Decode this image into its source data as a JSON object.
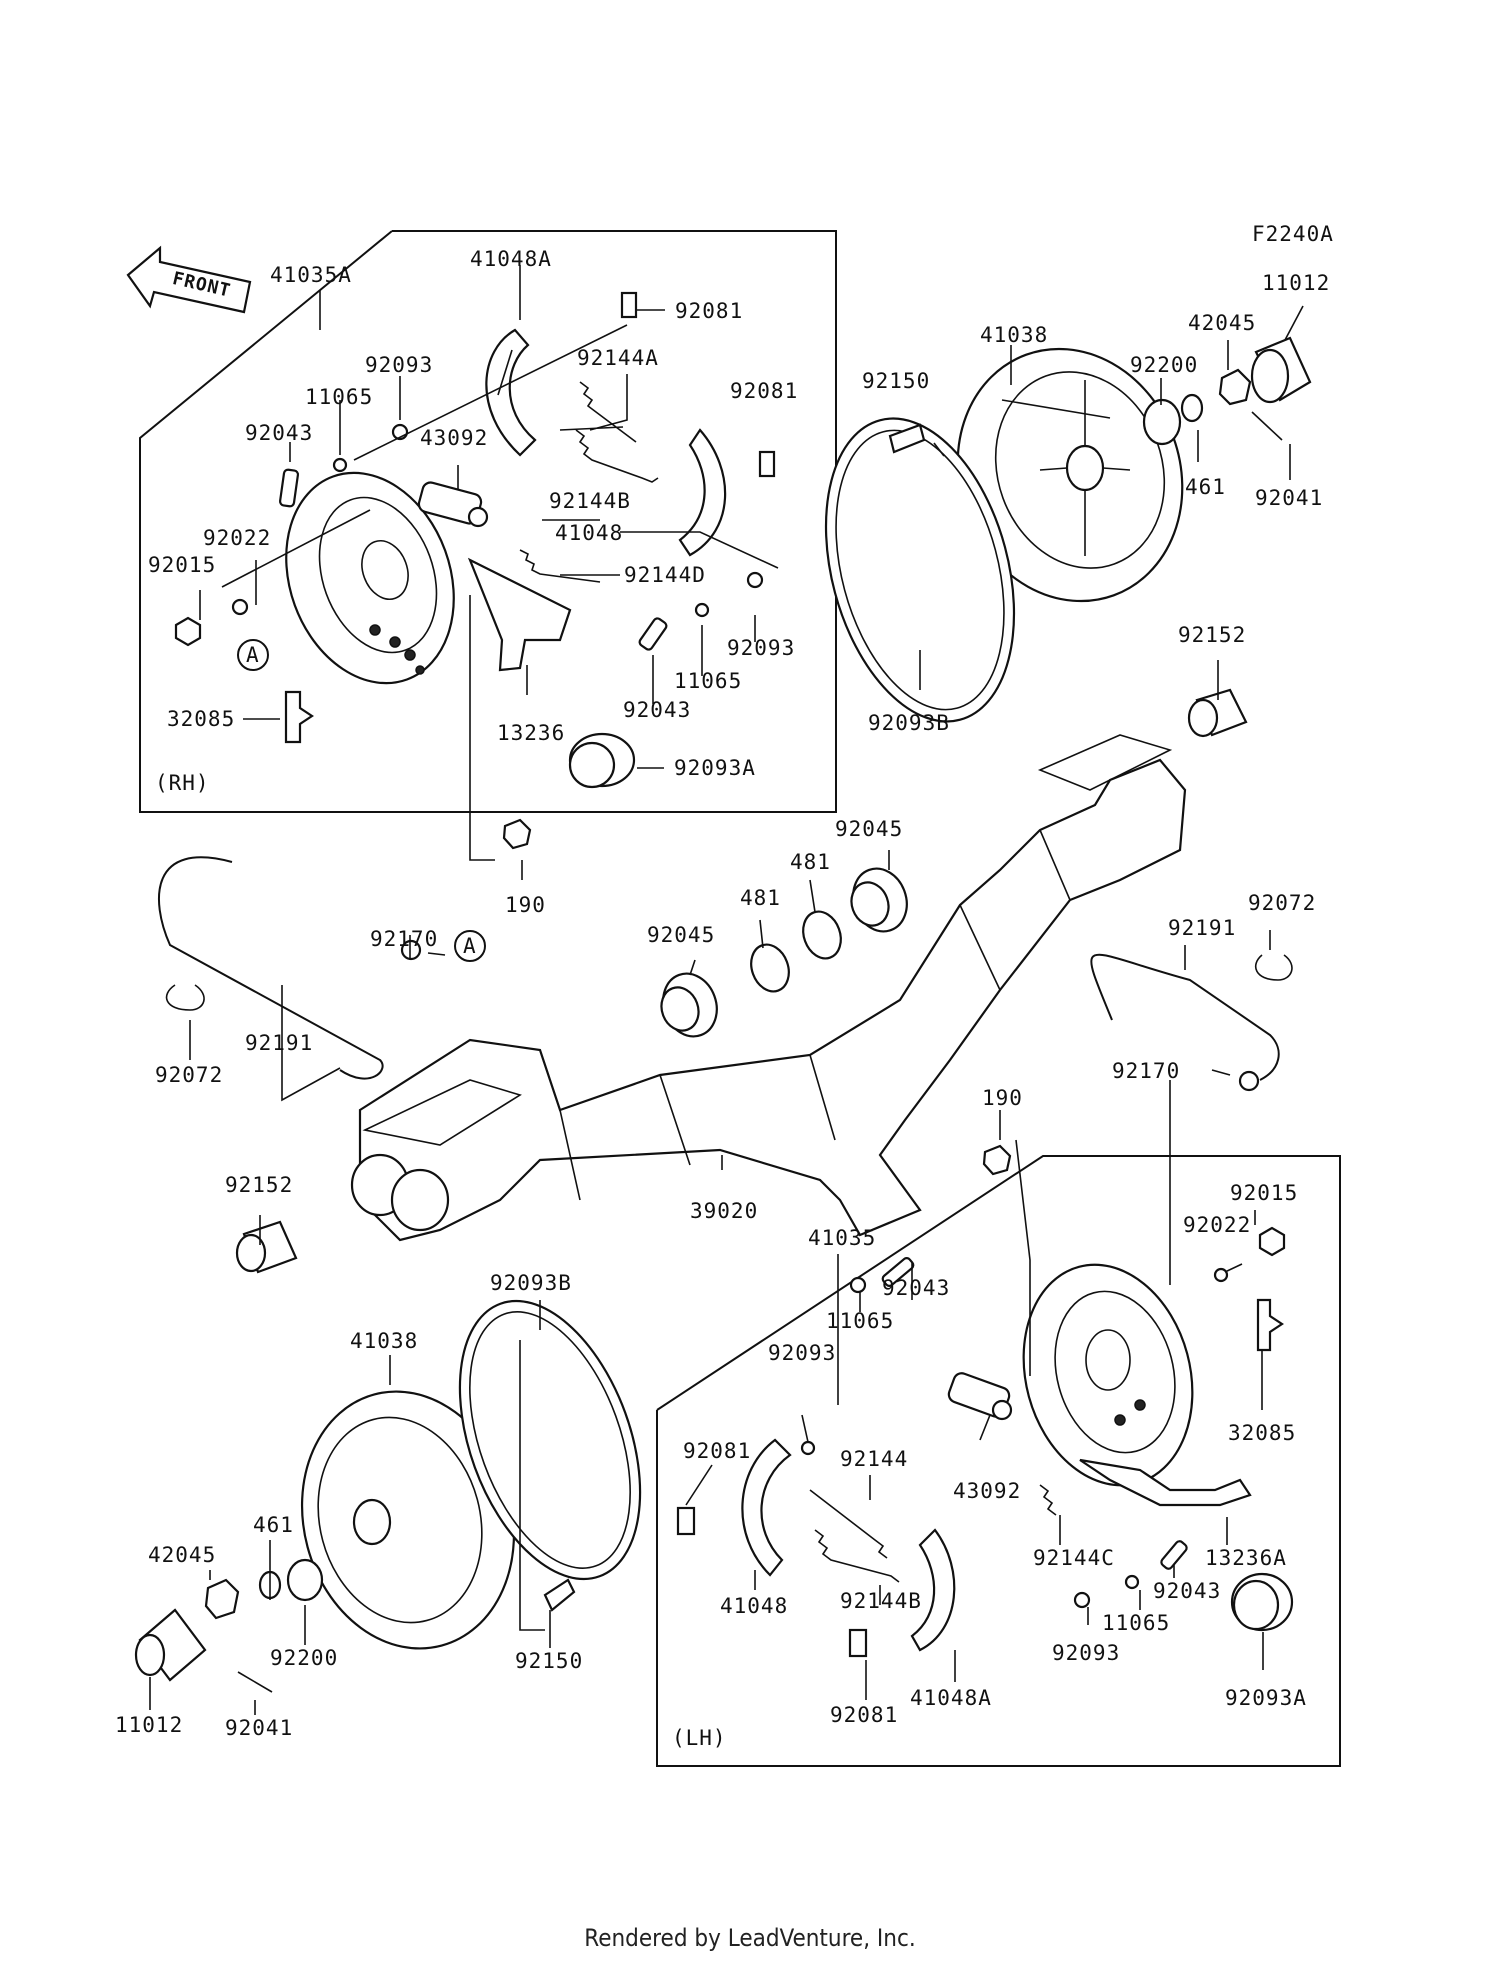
{
  "figure_code": "F2240A",
  "front_arrow_label": "FRONT",
  "side_labels": {
    "rh": "(RH)",
    "lh": "(LH)"
  },
  "ref_marker": "A",
  "labels": {
    "p41035A": "41035A",
    "p41048A_rh": "41048A",
    "p92081_rh1": "92081",
    "p92081_rh2": "92081",
    "p92144A": "92144A",
    "p92093_rh1": "92093",
    "p11065_rh1": "11065",
    "p43092_rh": "43092",
    "p92043_rh1": "92043",
    "p92144B_rh": "92144B",
    "p41048_rh": "41048",
    "p92022_rh": "92022",
    "p92015_rh": "92015",
    "p92144D": "92144D",
    "p92093_rh2": "92093",
    "p11065_rh2": "11065",
    "p92043_rh2": "92043",
    "p13236": "13236",
    "p32085_rh": "32085",
    "p92093A_rh": "92093A",
    "p41038_top": "41038",
    "p92200_top": "92200",
    "p42045_top": "42045",
    "p11012_top": "11012",
    "p92150_top": "92150",
    "p461_top": "461",
    "p92041_top": "92041",
    "p92152_top": "92152",
    "p92093B_top": "92093B",
    "p190_top": "190",
    "p92045_a": "92045",
    "p481_a": "481",
    "p481_b": "481",
    "p92045_b": "92045",
    "p92170_l": "92170",
    "p92191_l": "92191",
    "p92072_l": "92072",
    "p92191_r": "92191",
    "p92072_r": "92072",
    "p92170_r": "92170",
    "p190_b": "190",
    "p92152_b": "92152",
    "p39020": "39020",
    "p41035": "41035",
    "p92093B_b": "92093B",
    "p41038_b": "41038",
    "p461_b": "461",
    "p42045_b": "42045",
    "p92200_b": "92200",
    "p92150_b": "92150",
    "p11012_b": "11012",
    "p92041_b": "92041",
    "p92015_lh": "92015",
    "p92022_lh": "92022",
    "p32085_lh": "32085",
    "p92043_lh1": "92043",
    "p11065_lh1": "11065",
    "p92093_lh1": "92093",
    "p92081_lh1": "92081",
    "p92144": "92144",
    "p43092_lh": "43092",
    "p41048_lh": "41048",
    "p92144B_lh": "92144B",
    "p92144C": "92144C",
    "p13236A": "13236A",
    "p92043_lh2": "92043",
    "p11065_lh2": "11065",
    "p92093_lh2": "92093",
    "p92081_lh2": "92081",
    "p41048A_lh": "41048A",
    "p92093A_lh": "92093A"
  },
  "footer": "Rendered by LeadVenture, Inc."
}
